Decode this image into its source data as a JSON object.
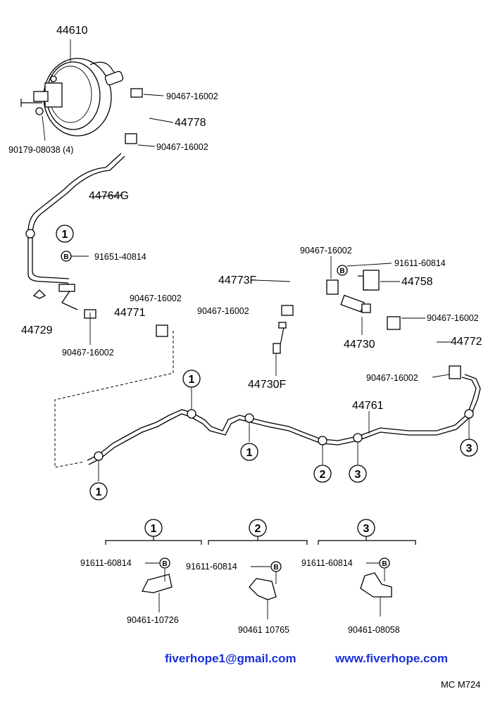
{
  "parts": {
    "brake_booster": "44610",
    "booster_nut": "90179-08038 (4)",
    "clip_upper_a": "90467-16002",
    "vacuum_hose_upper": "44778",
    "clip_upper_b": "90467-16002",
    "vacuum_tube_left": "44764G",
    "bolt_left": "91651-40814",
    "grommet": "44729",
    "clip_left_lower": "90467-16002",
    "hose_left": "44771",
    "clip_left_hose": "90467-16002",
    "clip_center_top": "90467-16002",
    "hose_center": "44773F",
    "clip_center_left": "90467-16002",
    "check_valve_center": "44730F",
    "bolt_right": "91611-60814",
    "bracket_right": "44758",
    "check_valve_right": "44730",
    "clip_right_a": "90467-16002",
    "hose_right": "44772",
    "clip_right_b": "90467-16002",
    "vacuum_tube_main": "44761"
  },
  "callouts": {
    "c1": "1",
    "c2": "2",
    "c3": "3",
    "bolt_letter": "B"
  },
  "detail_groups": [
    {
      "number": "1",
      "bolt": "91611-60814",
      "clamp": "90461-10726"
    },
    {
      "number": "2",
      "bolt": "91611-60814",
      "clamp": "90461 10765"
    },
    {
      "number": "3",
      "bolt": "91611-60814",
      "clamp": "90461-08058"
    }
  ],
  "footer": {
    "email": "fiverhope1@gmail.com",
    "website": "www.fiverhope.com",
    "code": "MC  M724"
  }
}
